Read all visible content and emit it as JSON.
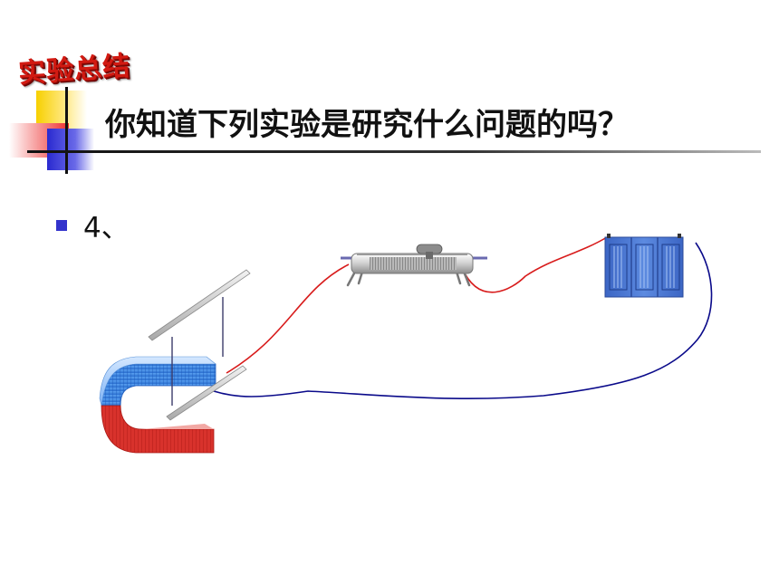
{
  "header": {
    "tag": "实验总结",
    "title": "你知道下列实验是研究什么问题的吗？"
  },
  "content": {
    "item_number": "4、"
  },
  "diagram": {
    "components": [
      {
        "name": "u-shaped-magnet",
        "north_color": "#3b86e6",
        "south_color": "#e2302c"
      },
      {
        "name": "metal-rails",
        "color": "#c4c4c4"
      },
      {
        "name": "sliding-rheostat",
        "color": "#d8d8d8"
      },
      {
        "name": "battery-pack",
        "color": "#4a78d4"
      },
      {
        "name": "red-wire",
        "color": "#d81c1c"
      },
      {
        "name": "blue-wire",
        "color": "#0a0a8a"
      }
    ]
  }
}
